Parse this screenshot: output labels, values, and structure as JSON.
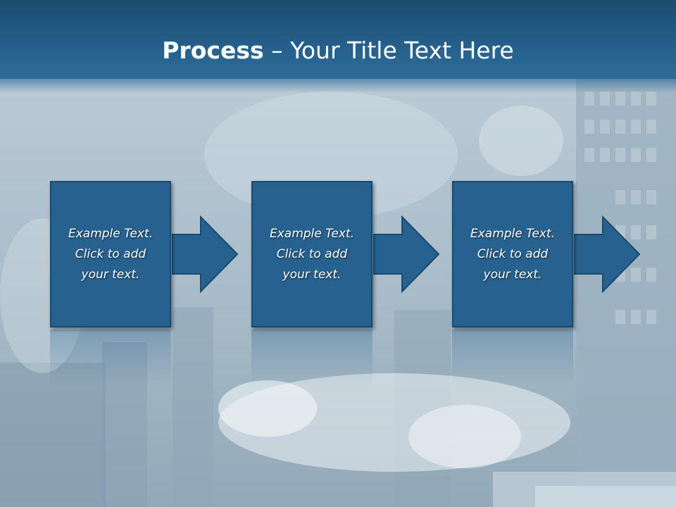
{
  "title": {
    "bold": "Process",
    "rest": " – Your Title Text Here"
  },
  "steps": [
    {
      "line1": "Example Text.",
      "line2": "Click  to add",
      "line3": "your text."
    },
    {
      "line1": "Example Text.",
      "line2": "Click  to add",
      "line3": "your text."
    },
    {
      "line1": "Example Text.",
      "line2": "Click  to add",
      "line3": "your text."
    }
  ],
  "colors": {
    "title_bar": "#245f89",
    "box_fill": "#27618f",
    "box_border": "#1a4a70",
    "background": "#b4c5d1"
  }
}
